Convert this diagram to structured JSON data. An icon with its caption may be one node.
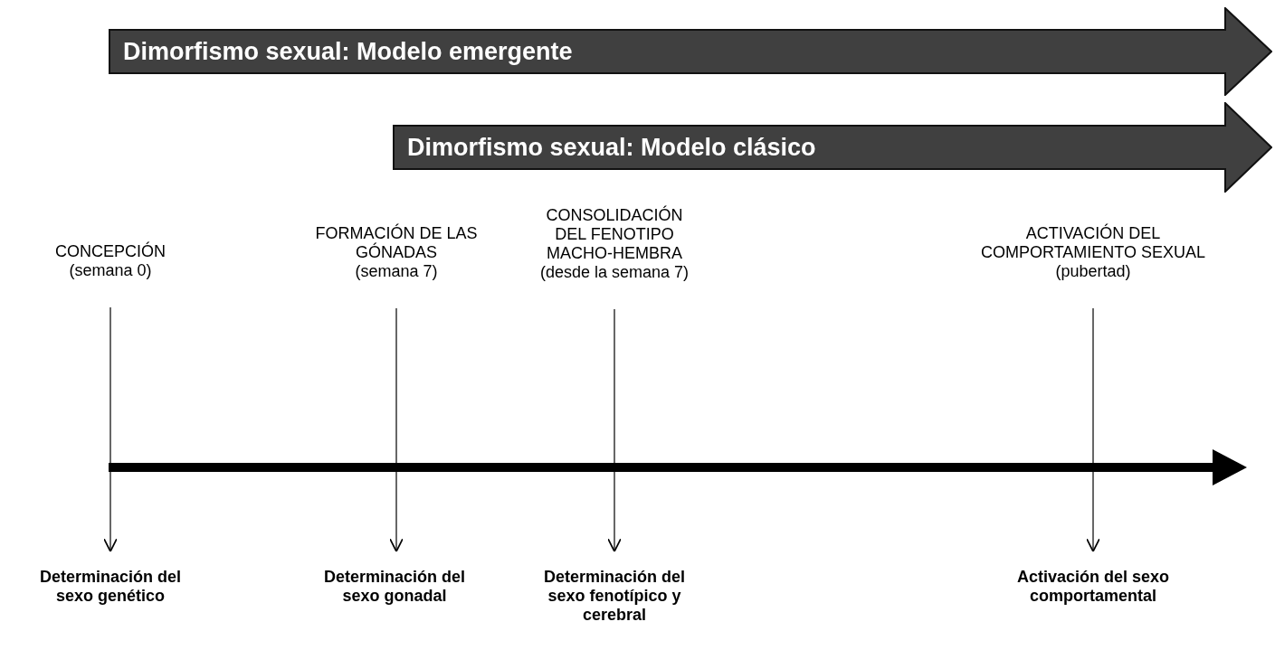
{
  "diagram": {
    "nodes": [
      {
        "text": [
          "Dimorfismo sexual: Modelo emergente"
        ]
      },
      {
        "text": [
          "Dimorfismo sexual: Modelo clásico"
        ]
      },
      {
        "text": [
          "CONCEPCIÓN",
          "(semana 0)"
        ]
      },
      {
        "text": [
          "FORMACIÓN DE LAS GÓNADAS",
          "(semana 7)"
        ]
      },
      {
        "text": [
          "CONSOLIDACIÓN DEL FENOTIPO MACHO-HEMBRA",
          "(desde la semana 7)"
        ]
      },
      {
        "text": [
          "ACTIVACIÓN DEL COMPORTAMIENTO SEXUAL",
          "(pubertad)"
        ]
      },
      {
        "text": [
          "Determinación del sexo genético"
        ]
      },
      {
        "text": [
          "Determinación del sexo gonadal"
        ]
      },
      {
        "text": [
          "Determinación del sexo fenotípico y cerebral"
        ]
      },
      {
        "text": [
          "Activación del sexo comportamental"
        ]
      }
    ],
    "edges": [
      {
        "from": 2,
        "to": 6,
        "arrow": "to"
      },
      {
        "from": 3,
        "to": 7,
        "arrow": "to"
      },
      {
        "from": 4,
        "to": 8,
        "arrow": "to"
      },
      {
        "from": 5,
        "to": 9,
        "arrow": "to"
      }
    ]
  }
}
